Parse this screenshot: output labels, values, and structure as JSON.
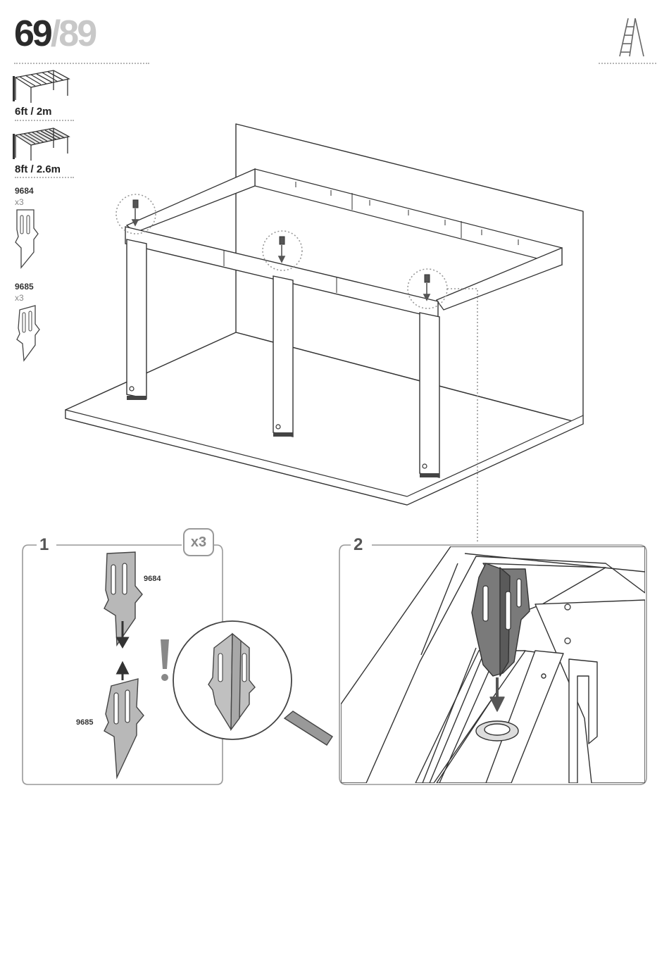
{
  "page": {
    "current": "69",
    "separator": "/",
    "total": "89"
  },
  "sidebar": {
    "variants": [
      {
        "label": "6ft / 2m"
      },
      {
        "label": "8ft / 2.6m"
      }
    ],
    "parts": [
      {
        "number": "9684",
        "qty": "x3"
      },
      {
        "number": "9685",
        "qty": "x3"
      }
    ]
  },
  "steps": [
    {
      "number": "1",
      "multiplier": "x3",
      "labels": {
        "top": "9684",
        "bottom": "9685"
      }
    },
    {
      "number": "2"
    }
  ],
  "icons": {
    "ladder": "ladder-icon",
    "warning": "exclamation-icon",
    "magnifier": "magnifier-icon"
  }
}
